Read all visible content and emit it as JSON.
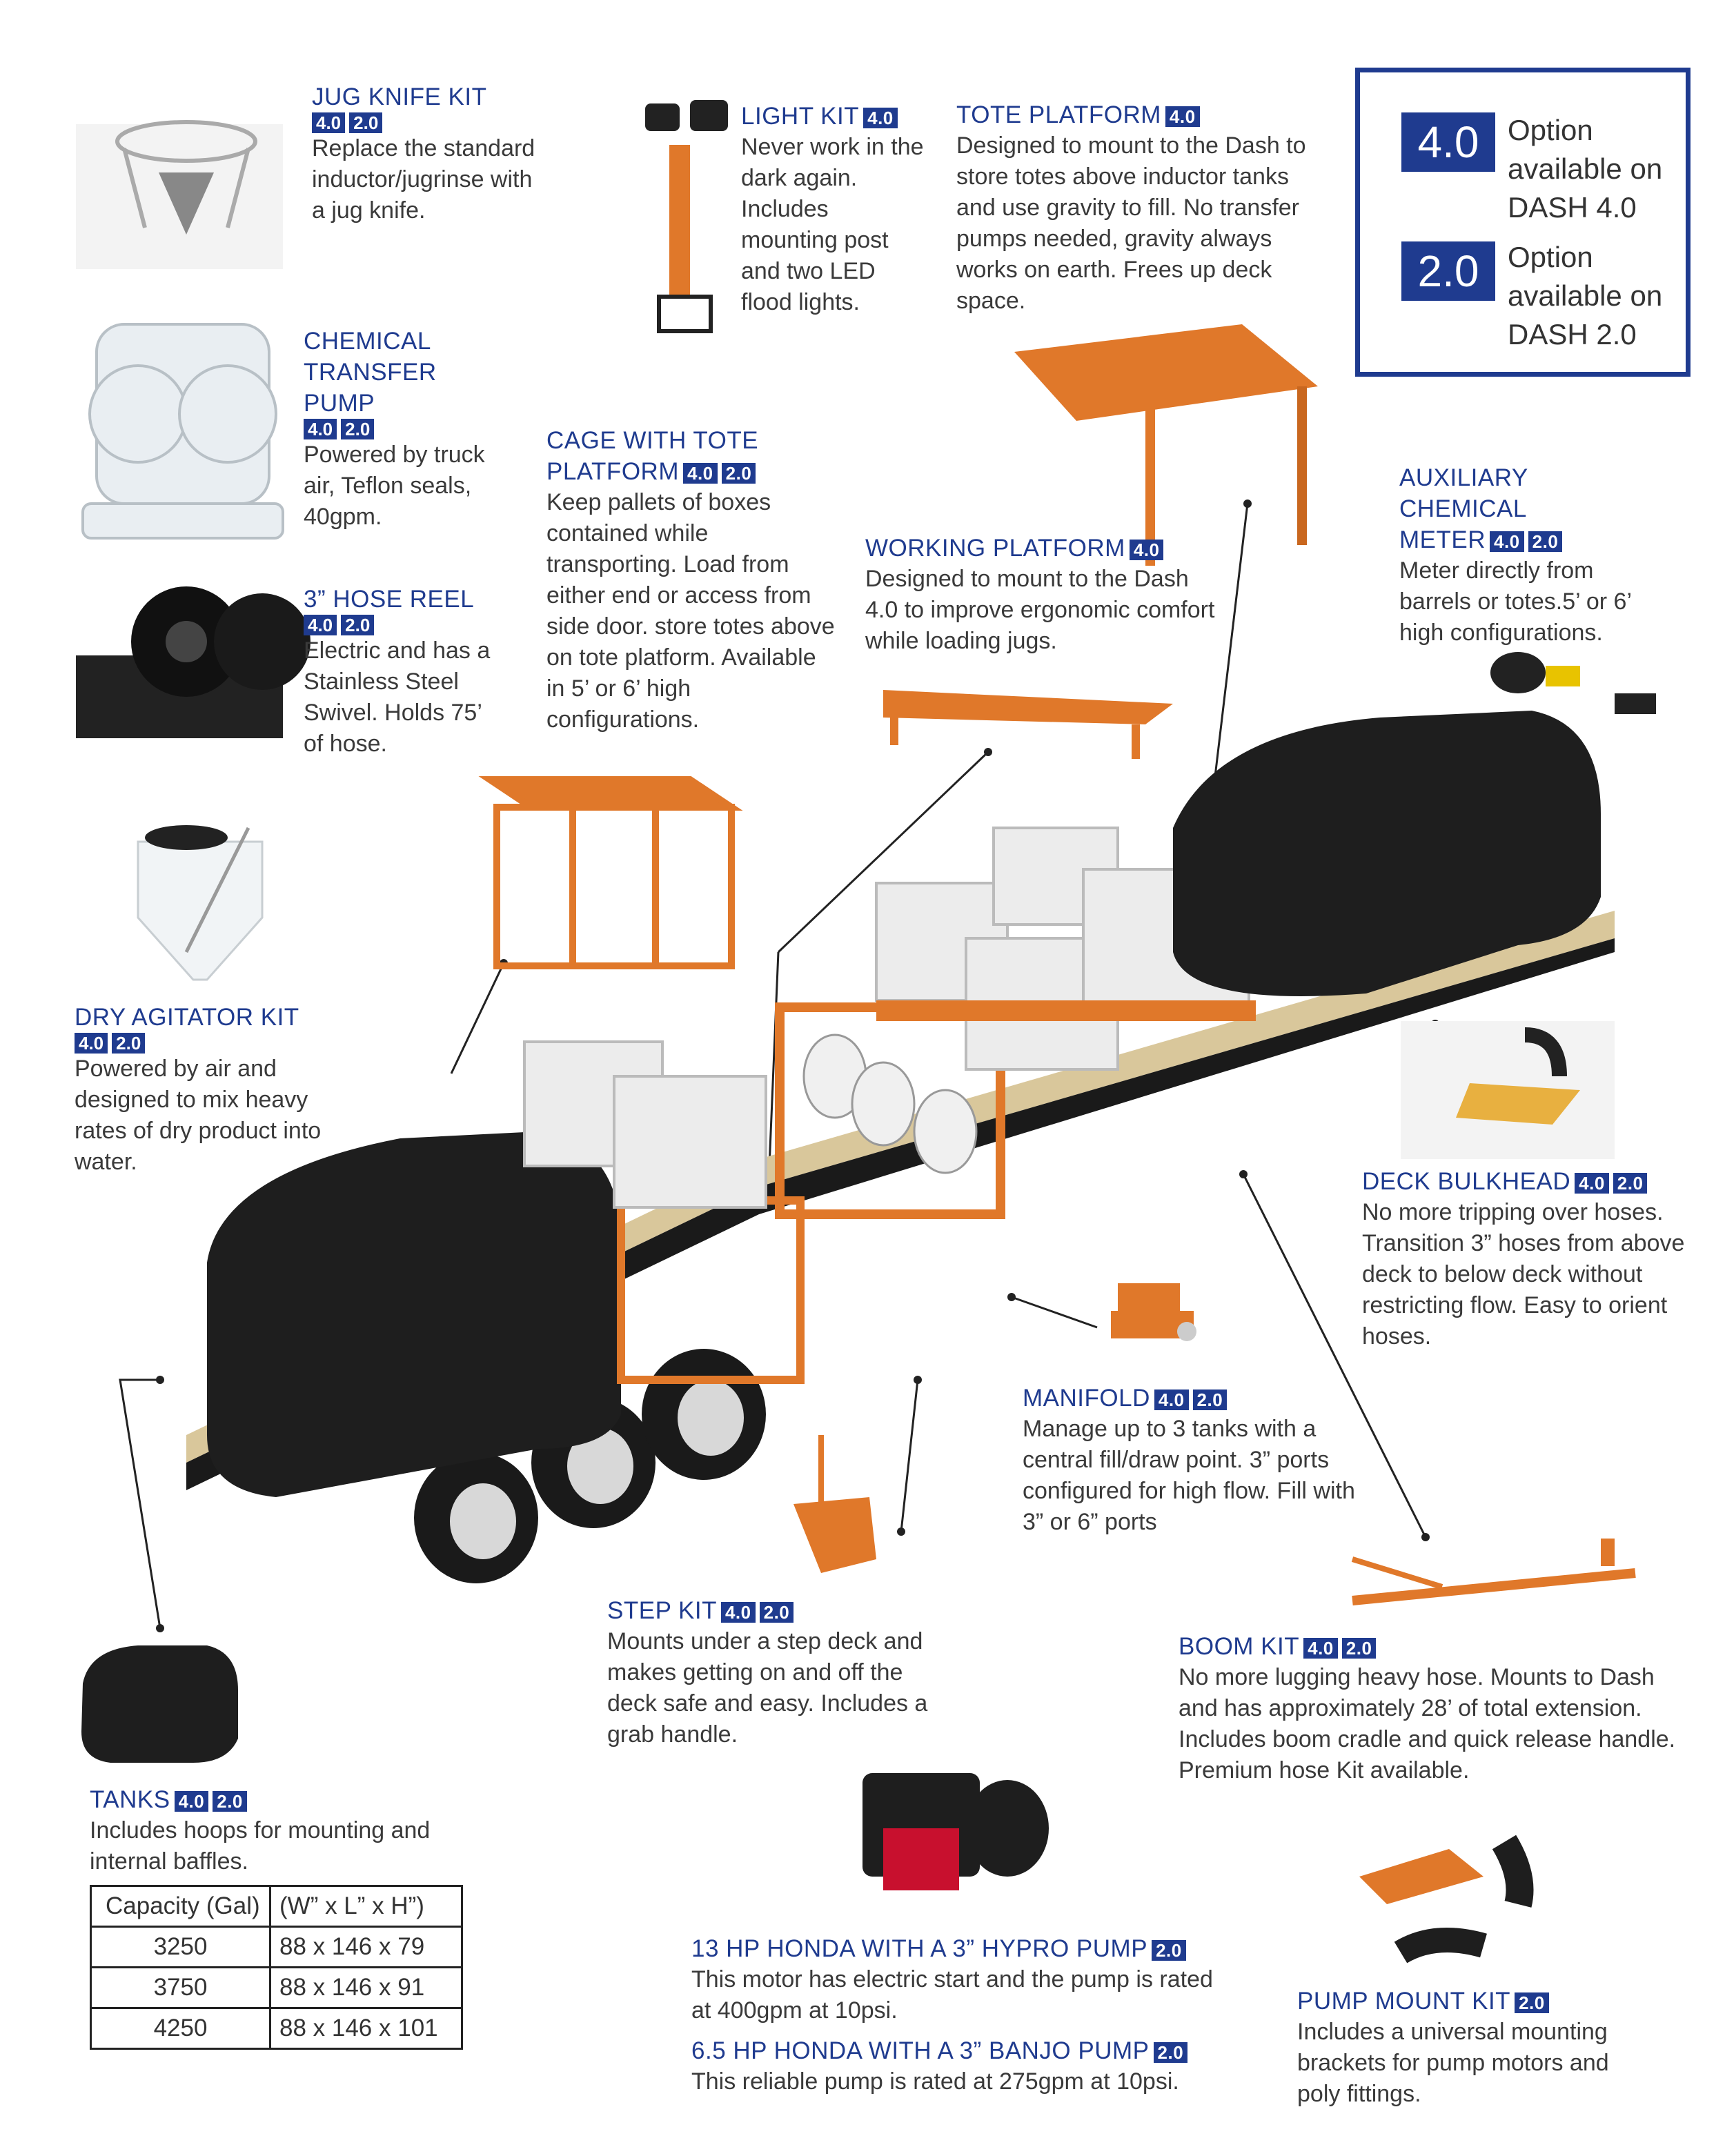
{
  "badges": {
    "v4": "4.0",
    "v2": "2.0"
  },
  "legend": {
    "v4_box": "4.0",
    "v4_text": "Option available on DASH 4.0",
    "v2_box": "2.0",
    "v2_text": "Option available on DASH 2.0"
  },
  "items": {
    "jug_knife": {
      "title": "JUG KNIFE KIT",
      "body": "Replace the standard inductor/jugrinse with a jug knife."
    },
    "transfer_pump": {
      "title_1": "CHEMICAL",
      "title_2": "TRANSFER PUMP",
      "body": "Powered by truck air, Teflon seals, 40gpm."
    },
    "hose_reel": {
      "title": "3” HOSE REEL",
      "body": "Electric and has a Stainless Steel Swivel. Holds 75’ of hose."
    },
    "dry_agitator": {
      "title": "DRY AGITATOR KIT",
      "body": "Powered by air and designed to mix heavy rates of dry product into water."
    },
    "light_kit": {
      "title": "LIGHT KIT",
      "body": "Never work in the dark again. Includes mounting post and two LED flood lights."
    },
    "cage": {
      "title_1": "CAGE WITH TOTE",
      "title_2": "PLATFORM",
      "body": "Keep pallets of boxes contained while transporting. Load from either end or access from side door. store totes above on tote platform. Available in 5’ or 6’ high configurations."
    },
    "tote_platform": {
      "title": "TOTE PLATFORM",
      "body": "Designed to mount to the Dash to store totes above inductor tanks and use gravity to fill. No transfer pumps needed, gravity always works on earth. Frees up deck space."
    },
    "working_platform": {
      "title": "WORKING PLATFORM",
      "body": "Designed to mount to the Dash 4.0 to improve ergonomic comfort while loading jugs."
    },
    "aux_meter": {
      "title_1": "AUXILIARY CHEMICAL",
      "title_2": "METER",
      "body": "Meter directly from barrels or totes.5’ or 6’ high configurations."
    },
    "deck_bulkhead": {
      "title": "DECK BULKHEAD",
      "body": "No more tripping over hoses. Transition 3” hoses from above deck to below deck without restricting flow. Easy to orient hoses."
    },
    "manifold": {
      "title": "MANIFOLD",
      "body": "Manage up to 3 tanks with a central fill/draw point. 3” ports configured for high flow. Fill with 3” or 6” ports"
    },
    "step_kit": {
      "title": "STEP KIT",
      "body": "Mounts under a step deck and makes getting on and off the deck safe and easy. Includes a grab handle."
    },
    "boom_kit": {
      "title": "BOOM KIT",
      "body": "No more lugging heavy hose. Mounts to Dash and has approximately 28’ of total extension. Includes boom cradle and quick release handle. Premium hose Kit available."
    },
    "tanks": {
      "title": "TANKS",
      "body": "Includes hoops for mounting and internal baffles."
    },
    "honda13": {
      "title": "13 HP HONDA WITH A 3” HYPRO PUMP",
      "body": "This motor has electric start and the pump is rated at 400gpm at 10psi."
    },
    "honda65": {
      "title": "6.5 HP HONDA WITH A 3” BANJO PUMP",
      "body": "This reliable pump is rated at 275gpm at 10psi."
    },
    "pump_mount": {
      "title": "PUMP MOUNT KIT",
      "body": "Includes a universal mounting brackets for pump motors and poly fittings."
    }
  },
  "tank_table": {
    "headers": [
      "Capacity (Gal)",
      "(W” x L” x H”)"
    ],
    "rows": [
      [
        "3250",
        "88 x 146 x 79"
      ],
      [
        "3750",
        "88 x 146 x 91"
      ],
      [
        "4250",
        "88 x 146 x 101"
      ]
    ]
  },
  "colors": {
    "brand_blue": "#1f3b8f",
    "orange": "#e0782a",
    "tank_black": "#1e1e1e"
  }
}
